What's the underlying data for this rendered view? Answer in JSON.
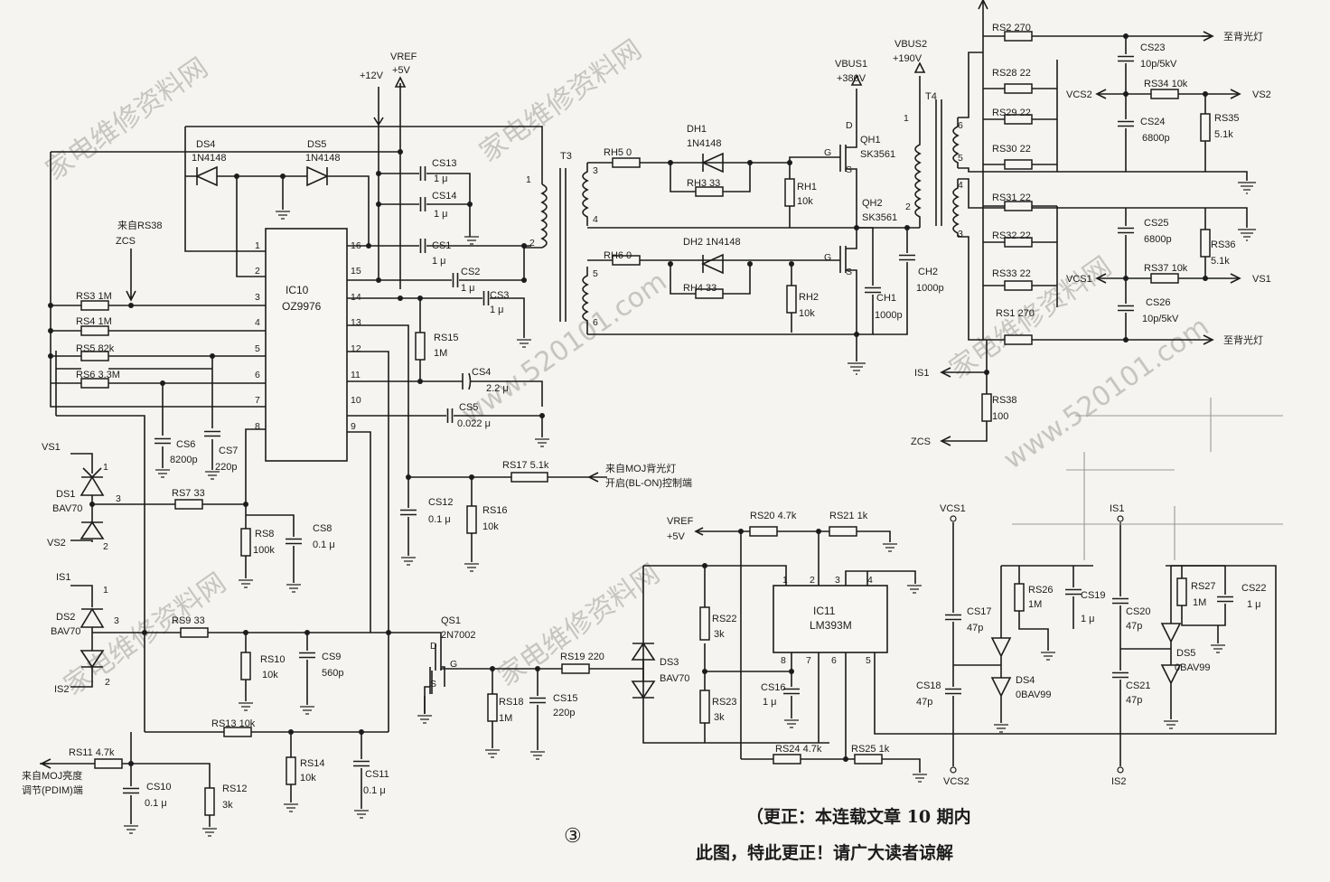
{
  "figure_number": "③",
  "watermark": [
    "家电维修资料网",
    "www.520101.com"
  ],
  "caption": [
    "（更正：本连载文章 10 期内",
    "此图，特此更正！请广大读者谅解"
  ],
  "rails": {
    "vcc12": "+12V",
    "vref": "VREF",
    "vref5": "+5V",
    "vbus1": "VBUS1",
    "vbus1_v": "+380V",
    "vbus2": "VBUS2",
    "vbus2_v": "+190V",
    "vref_b": "VREF",
    "vref_b5": "+5V"
  },
  "ic10": {
    "ref": "IC10",
    "part": "OZ9976",
    "pins": [
      "1",
      "2",
      "3",
      "4",
      "5",
      "6",
      "7",
      "8",
      "16",
      "15",
      "14",
      "13",
      "12",
      "11",
      "10",
      "9"
    ]
  },
  "ic11": {
    "ref": "IC11",
    "part": "LM393M",
    "pins": [
      "1",
      "2",
      "3",
      "4",
      "8",
      "7",
      "6",
      "5"
    ]
  },
  "inputs": {
    "zcs_in1": "来自RS38",
    "zcs_in2": "ZCS",
    "blon1": "来自MOJ背光灯",
    "blon2": "开启(BL-ON)控制端",
    "pdim1": "来自MOJ亮度",
    "pdim2": "调节(PDIM)端"
  },
  "outputs": {
    "bl_top": "至背光灯",
    "bl_bot": "至背光灯",
    "vs2": "VS2",
    "vs1": "VS1",
    "vcs2": "VCS2",
    "vcs1": "VCS1",
    "is1": "IS1",
    "zcs": "ZCS",
    "vs1_in": "VS1",
    "vs2_in": "VS2",
    "is1_in": "IS1",
    "is2_in": "IS2",
    "vcs1_f": "VCS1",
    "vcs2_f": "VCS2",
    "is1_f": "IS1",
    "is2_f": "IS2"
  },
  "components": {
    "DS4": "DS4",
    "DS4_v": "1N4148",
    "DS5": "DS5",
    "DS5_v": "1N4148",
    "CS13": "CS13",
    "CS13_v": "1 μ",
    "CS14": "CS14",
    "CS14_v": "1 μ",
    "CS1": "CS1",
    "CS1_v": "1 μ",
    "CS2": "CS2",
    "CS2_v": "1 μ",
    "CS3": "CS3",
    "CS3_v": "1 μ",
    "RS15": "RS15",
    "RS15_v": "1M",
    "CS4": "CS4",
    "CS4_v": "2.2 μ",
    "CS5": "CS5",
    "CS5_v": "0.022 μ",
    "RS3": "RS3  1M",
    "RS4": "RS4  1M",
    "RS5": "RS5  82k",
    "RS6": "RS6  3.3M",
    "CS6": "CS6",
    "CS6_v": "8200p",
    "CS7": "CS7",
    "CS7_v": "220p",
    "DS1": "DS1",
    "DS1_v": "BAV70",
    "DS2": "DS2",
    "DS2_v": "BAV70",
    "RS7": "RS7  33",
    "RS8": "RS8",
    "RS8_v": "100k",
    "CS8": "CS8",
    "CS8_v": "0.1 μ",
    "RS9": "RS9  33",
    "RS10": "RS10",
    "RS10_v": "10k",
    "CS9": "CS9",
    "CS9_v": "560p",
    "RS13": "RS13  10k",
    "RS14": "RS14",
    "RS14_v": "10k",
    "CS11": "CS11",
    "CS11_v": "0.1 μ",
    "RS11": "RS11  4.7k",
    "CS10": "CS10",
    "CS10_v": "0.1 μ",
    "RS12": "RS12",
    "RS12_v": "3k",
    "CS12": "CS12",
    "CS12_v": "0.1 μ",
    "RS16": "RS16",
    "RS16_v": "10k",
    "RS17": "RS17  5.1k",
    "QS1": "QS1",
    "QS1_v": "2N7002",
    "RS18": "RS18",
    "RS18_v": "1M",
    "CS15": "CS15",
    "CS15_v": "220p",
    "RS19": "RS19  220",
    "DS3": "DS3",
    "DS3_v": "BAV70",
    "RS20": "RS20  4.7k",
    "RS21": "RS21  1k",
    "RS22": "RS22",
    "RS22_v": "3k",
    "RS23": "RS23",
    "RS23_v": "3k",
    "CS16": "CS16",
    "CS16_v": "1 μ",
    "RS24": "RS24  4.7k",
    "RS25": "RS25  1k",
    "CS17": "CS17",
    "CS17_v": "47p",
    "CS18": "CS18",
    "CS18_v": "47p",
    "RS26": "RS26",
    "RS26_v": "1M",
    "CS19": "CS19",
    "CS19_v": "1 μ",
    "DS4b": "DS4",
    "DS4b_v": "0BAV99",
    "CS20": "CS20",
    "CS20_v": "47p",
    "CS21": "CS21",
    "CS21_v": "47p",
    "RS27": "RS27",
    "RS27_v": "1M",
    "CS22": "CS22",
    "CS22_v": "1 μ",
    "DS5b": "DS5",
    "DS5b_v": "0BAV99",
    "T3": "T3",
    "RH5": "RH5  0",
    "DH1": "DH1",
    "DH1_v": "1N4148",
    "RH3": "RH3  33",
    "RH1": "RH1",
    "RH1_v": "10k",
    "QH1": "QH1",
    "QH1_v": "SK3561",
    "QH2": "QH2",
    "QH2_v": "SK3561",
    "RH6": "RH6  0",
    "DH2": "DH2  1N4148",
    "RH4": "RH4  33",
    "RH2": "RH2",
    "RH2_v": "10k",
    "CH1": "CH1",
    "CH1_v": "1000p",
    "CH2": "CH2",
    "CH2_v": "1000p",
    "T4": "T4",
    "RS2": "RS2  270",
    "RS28": "RS28  22",
    "RS29": "RS29  22",
    "RS30": "RS30  22",
    "RS31": "RS31  22",
    "RS32": "RS32  22",
    "RS33": "RS33  22",
    "RS1": "RS1  270",
    "CS23": "CS23",
    "CS23_v": "10p/5kV",
    "RS34": "RS34  10k",
    "CS24": "CS24",
    "CS24_v": "6800p",
    "RS35": "RS35",
    "RS35_v": "5.1k",
    "CS25": "CS25",
    "CS25_v": "6800p",
    "RS36": "RS36",
    "RS36_v": "5.1k",
    "RS37": "RS37  10k",
    "CS26": "CS26",
    "CS26_v": "10p/5kV",
    "RS38": "RS38",
    "RS38_v": "100"
  },
  "pins": {
    "t3": [
      "3",
      "4",
      "5",
      "6",
      "1",
      "2"
    ],
    "t4": [
      "6",
      "5",
      "4",
      "3",
      "1",
      "2"
    ],
    "fet": [
      "D",
      "G",
      "S",
      "G",
      "S"
    ],
    "diodes": [
      "1",
      "3",
      "2",
      "1",
      "3",
      "2"
    ],
    "qs1": [
      "D",
      "G",
      "S"
    ]
  }
}
